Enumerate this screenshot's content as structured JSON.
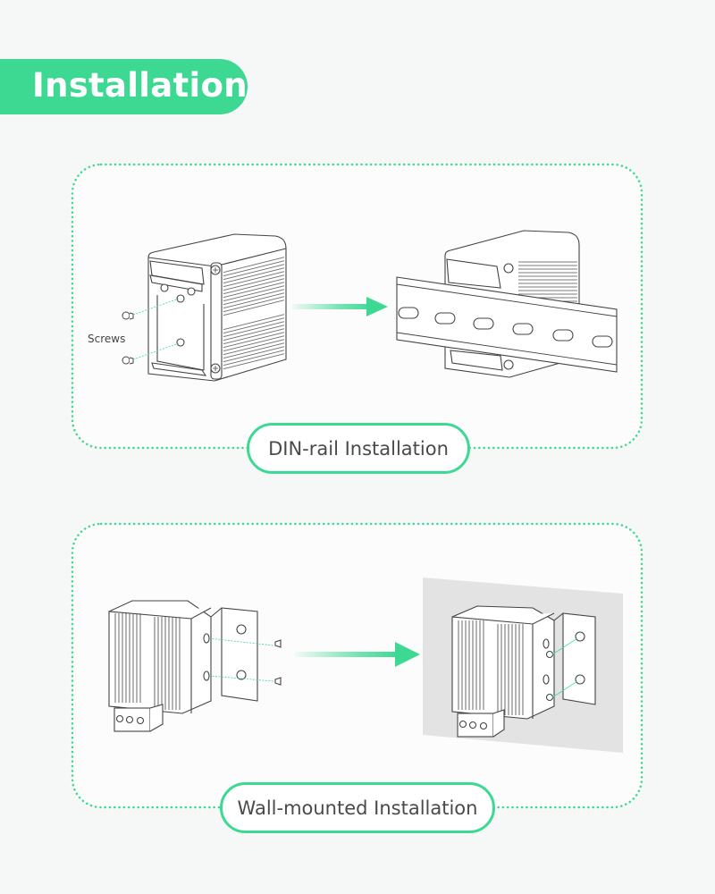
{
  "header": {
    "title": "Installation"
  },
  "colors": {
    "accent": "#3dd993",
    "text": "#4a4a4a",
    "wall": "#e3e3e3"
  },
  "sections": [
    {
      "id": "din-rail",
      "label": "DIN-rail Installation",
      "callouts": [
        "Screws"
      ]
    },
    {
      "id": "wall-mounted",
      "label": "Wall-mounted Installation"
    }
  ]
}
